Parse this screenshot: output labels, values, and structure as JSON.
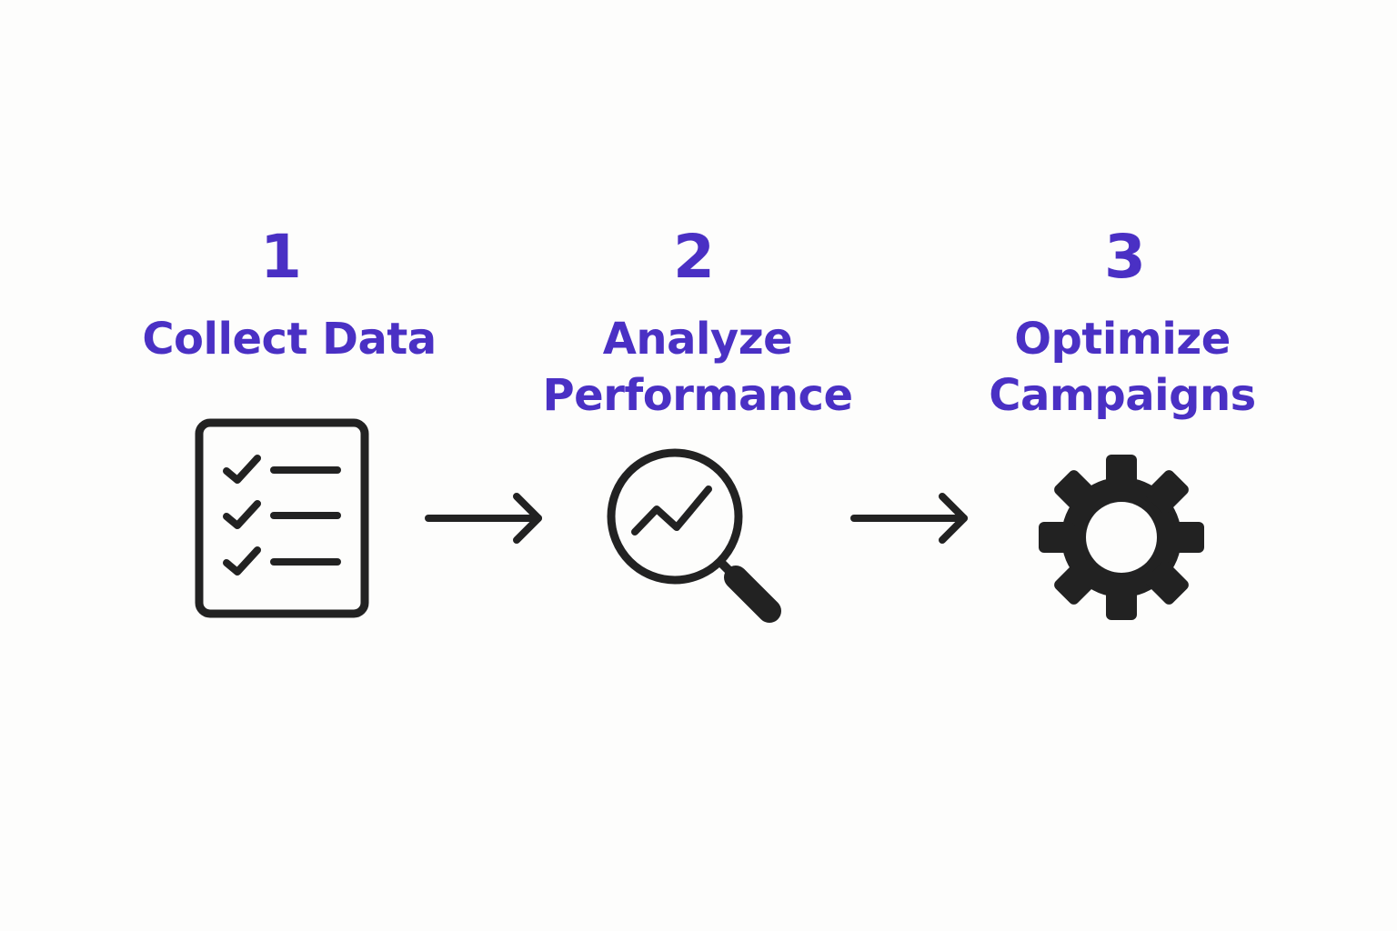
{
  "colors": {
    "accent": "#4a30c4",
    "icon": "#222222",
    "background": "#fdfdfc"
  },
  "steps": [
    {
      "number": "1",
      "title_lines": [
        "Collect Data"
      ],
      "icon": "checklist-icon"
    },
    {
      "number": "2",
      "title_lines": [
        "Analyze",
        "Performance"
      ],
      "icon": "magnifier-chart-icon"
    },
    {
      "number": "3",
      "title_lines": [
        "Optimize",
        "Campaigns"
      ],
      "icon": "gear-icon"
    }
  ],
  "connectors": [
    "arrow-right-icon",
    "arrow-right-icon"
  ]
}
